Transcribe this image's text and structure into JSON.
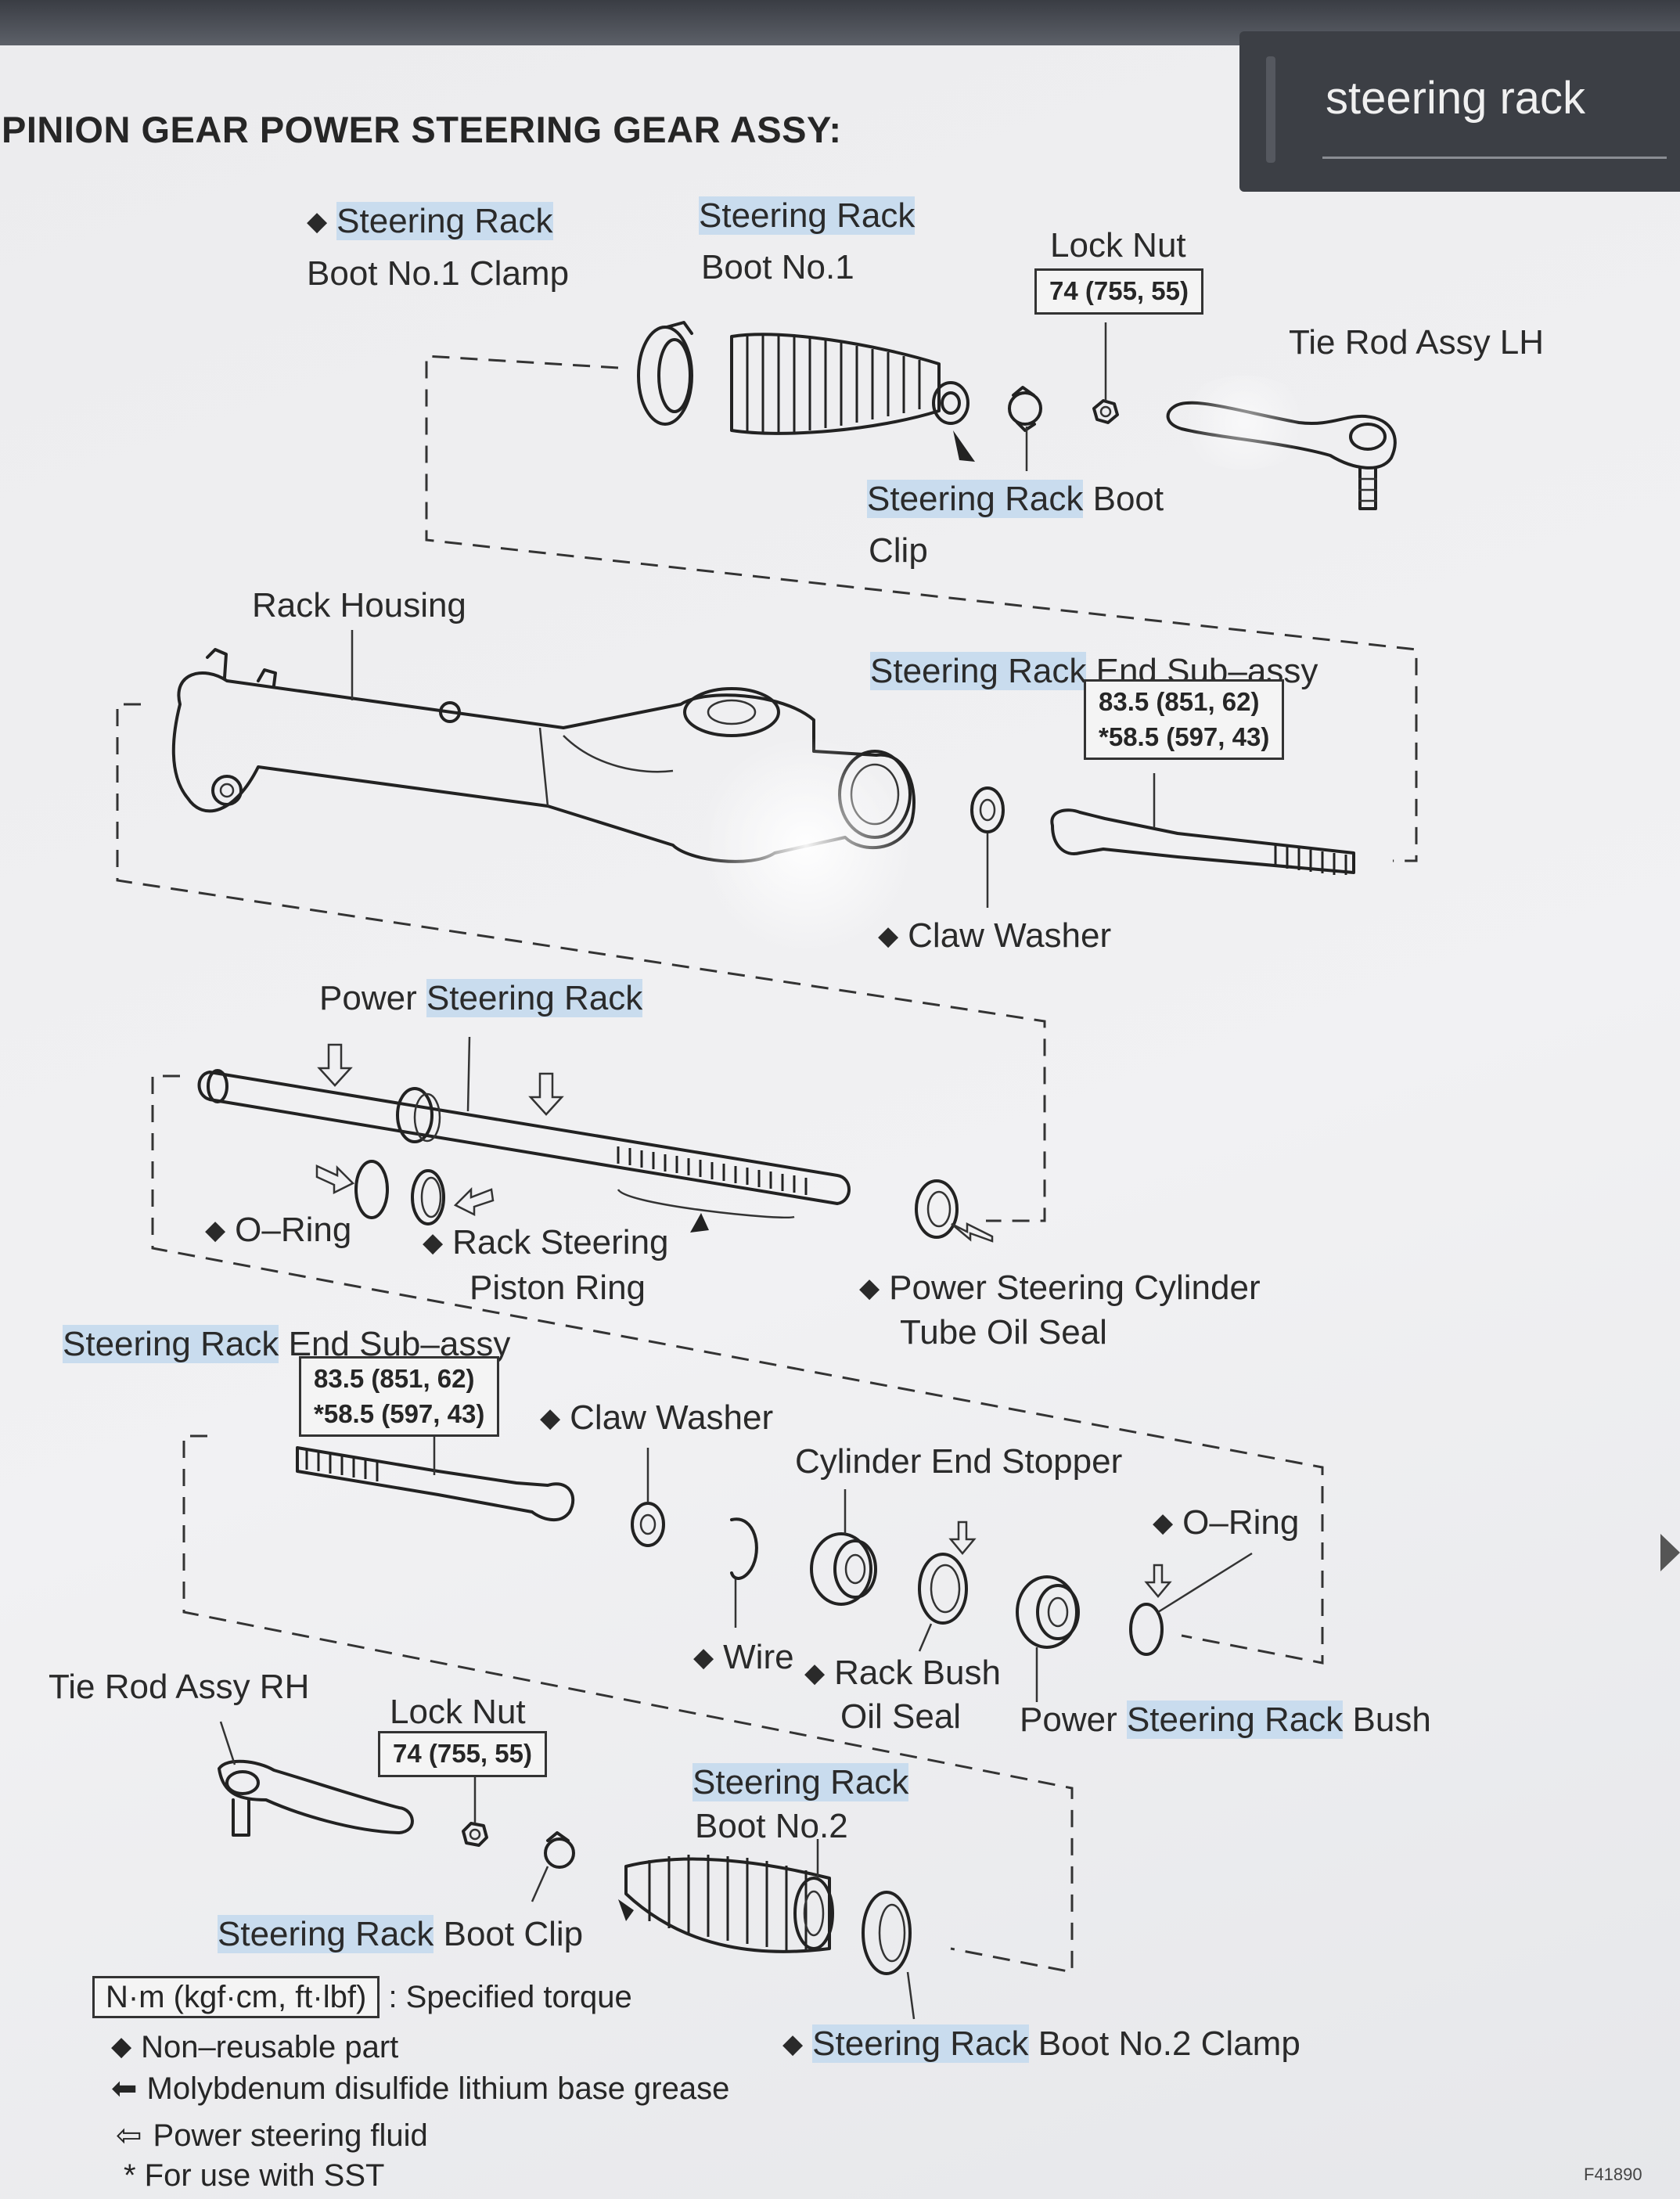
{
  "page_heading": "PINION GEAR POWER STEERING GEAR ASSY:",
  "search_query": "steering rack",
  "search_highlight_color": "#c9dcee",
  "labels": {
    "boot1_clamp_a": "Steering Rack",
    "boot1_clamp_b": "Boot No.1 Clamp",
    "boot1_a": "Steering Rack",
    "boot1_b": "Boot No.1",
    "lock_nut_top": "Lock Nut",
    "torque_lock_nut_top": "74 (755, 55)",
    "tie_rod_lh": "Tie Rod Assy LH",
    "boot_clip_top_a": "Steering Rack",
    "boot_clip_top_b": "Boot",
    "boot_clip_top_c": "Clip",
    "rack_housing": "Rack Housing",
    "end_sub_top_a": "Steering Rack",
    "end_sub_top_b": "End Sub–assy",
    "torque_end_sub_top_1": "83.5 (851, 62)",
    "torque_end_sub_top_2": "*58.5 (597, 43)",
    "claw_washer_top": "Claw Washer",
    "ps_rack_a": "Power",
    "ps_rack_b": "Steering Rack",
    "o_ring_left": "O–Ring",
    "piston_ring_a": "Rack Steering",
    "piston_ring_b": "Piston Ring",
    "cyl_oil_seal_a": "Power Steering Cylinder",
    "cyl_oil_seal_b": "Tube Oil Seal",
    "end_sub_bottom_a": "Steering Rack",
    "end_sub_bottom_b": "End Sub–assy",
    "torque_end_sub_bottom_1": "83.5 (851, 62)",
    "torque_end_sub_bottom_2": "*58.5 (597, 43)",
    "claw_washer_bottom": "Claw Washer",
    "cyl_end_stopper": "Cylinder End Stopper",
    "o_ring_right": "O–Ring",
    "wire": "Wire",
    "rack_bush_oil_seal_a": "Rack Bush",
    "rack_bush_oil_seal_b": "Oil Seal",
    "ps_rack_bush_a": "Power",
    "ps_rack_bush_b": "Steering Rack",
    "ps_rack_bush_c": "Bush",
    "tie_rod_rh": "Tie Rod Assy RH",
    "lock_nut_bottom": "Lock Nut",
    "torque_lock_nut_bottom": "74 (755, 55)",
    "boot2_a": "Steering Rack",
    "boot2_b": "Boot No.2",
    "boot_clip_bottom_a": "Steering Rack",
    "boot_clip_bottom_b": "Boot Clip",
    "boot2_clamp_a": "Steering Rack",
    "boot2_clamp_b": "Boot No.2 Clamp"
  },
  "legend": {
    "torque_unit": "N·m (kgf·cm, ft·lbf)",
    "torque_desc": ": Specified torque",
    "non_reusable": "Non–reusable part",
    "grease": "Molybdenum disulfide lithium base grease",
    "fluid": "Power steering fluid",
    "sst": "* For use with SST"
  },
  "figure_code": "F41890"
}
